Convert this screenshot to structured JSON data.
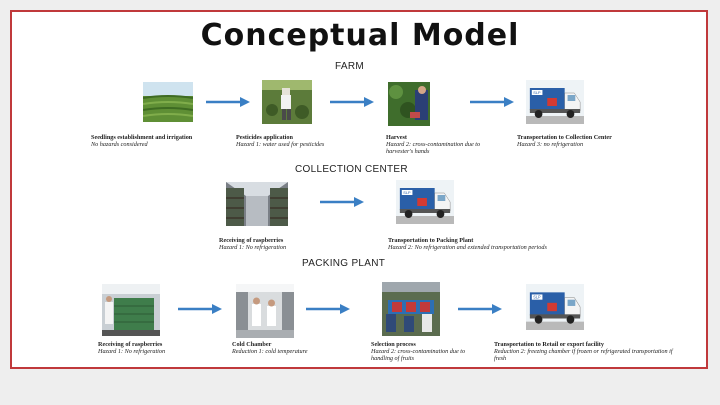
{
  "title": "Conceptual Model",
  "sections": {
    "farm": "FARM",
    "collection_center": "COLLECTION CENTER",
    "packing_plant": "PACKING PLANT"
  },
  "colors": {
    "border": "#c0393b",
    "arrow": "#3a7fc4"
  },
  "steps": {
    "farm": [
      {
        "title": "Seedlings establishment and irrigation",
        "hazard": "No hazards considered",
        "icon": "seedling-field-photo"
      },
      {
        "title": "Pesticides application",
        "hazard": "Hazard 1: water used for pesticides",
        "icon": "farmer-spraying-photo"
      },
      {
        "title": "Harvest",
        "hazard": "Hazard 2: cross-contamination due to harvester's hands",
        "icon": "harvester-photo"
      },
      {
        "title": "Transportation to Collection Center",
        "hazard": "Hazard 3: no refrigeration",
        "icon": "truck-photo"
      }
    ],
    "collection_center": [
      {
        "title": "Receiving of raspberries",
        "hazard": "Hazard 1: No refrigeration",
        "icon": "warehouse-photo"
      },
      {
        "title": "Transportation to Packing Plant",
        "hazard": "Hazard 2: No refrigeration and extended transportation periods",
        "icon": "truck-photo"
      }
    ],
    "packing_plant": [
      {
        "title": "Receiving of raspberries",
        "hazard": "Hazard 1: No refrigeration",
        "icon": "receiving-dock-photo"
      },
      {
        "title": "Cold Chamber",
        "hazard": "Reduction 1: cold temperature",
        "icon": "cold-chamber-photo"
      },
      {
        "title": "Selection process",
        "hazard": "Hazard 2: cross-contamination due to handling of fruits",
        "icon": "selection-line-photo"
      },
      {
        "title": "Transportation to Retail or export facility",
        "hazard": "Reduction 2: freezing chamber if frozen or refrigerated transportation if fresh",
        "icon": "truck-photo"
      }
    ]
  }
}
